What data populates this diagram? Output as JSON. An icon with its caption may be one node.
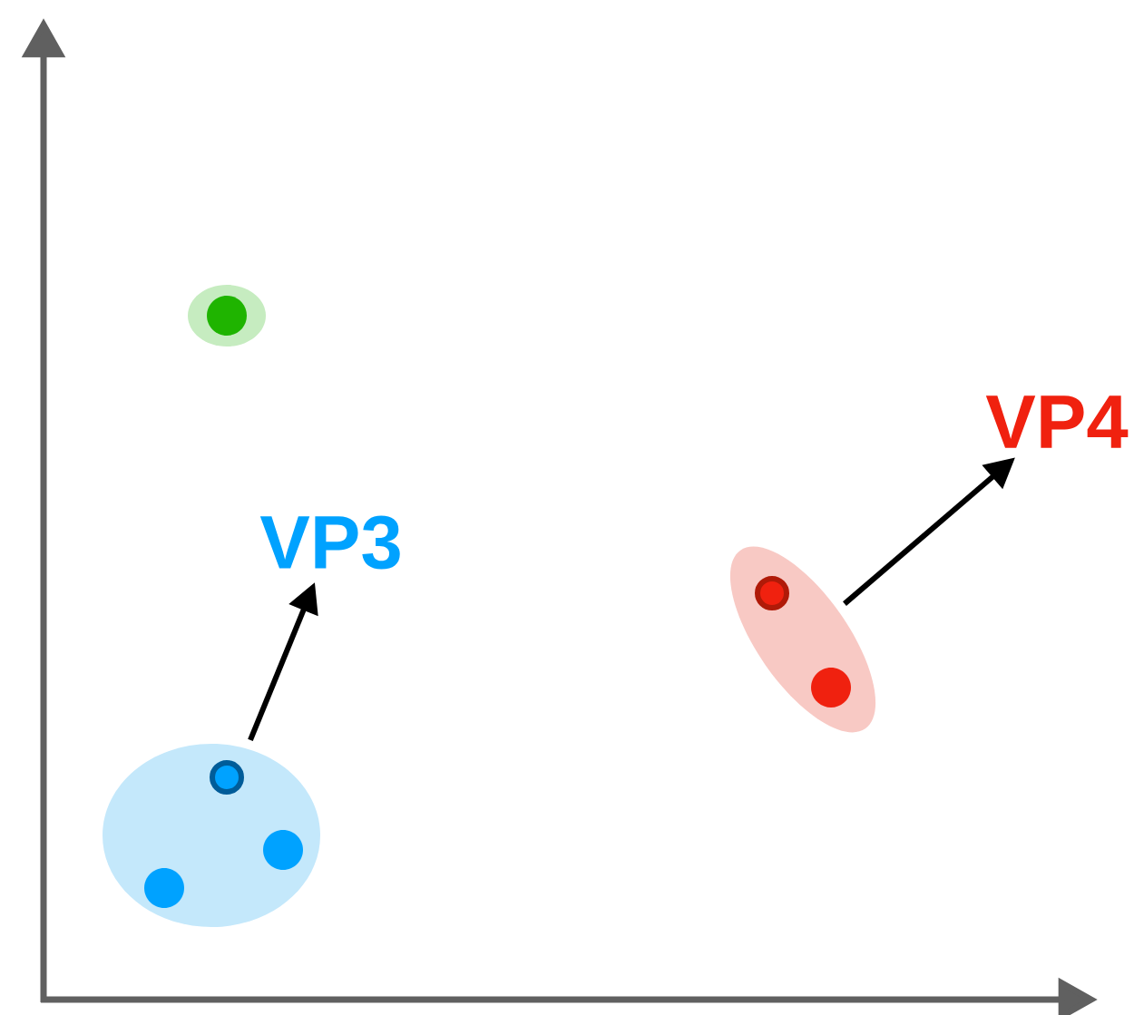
{
  "diagram": {
    "nodes": [
      {
        "text": [],
        "shape": "ellipse"
      },
      {
        "text": [
          "VP4"
        ]
      },
      {
        "text": [
          "VP3"
        ]
      },
      {
        "text": [],
        "shape": "ellipse"
      },
      {
        "text": [],
        "shape": "ellipse"
      }
    ],
    "edges": [
      {
        "from": 4,
        "to": 2,
        "arrow": "to"
      },
      {
        "from": 3,
        "to": 1,
        "arrow": "to"
      }
    ]
  }
}
